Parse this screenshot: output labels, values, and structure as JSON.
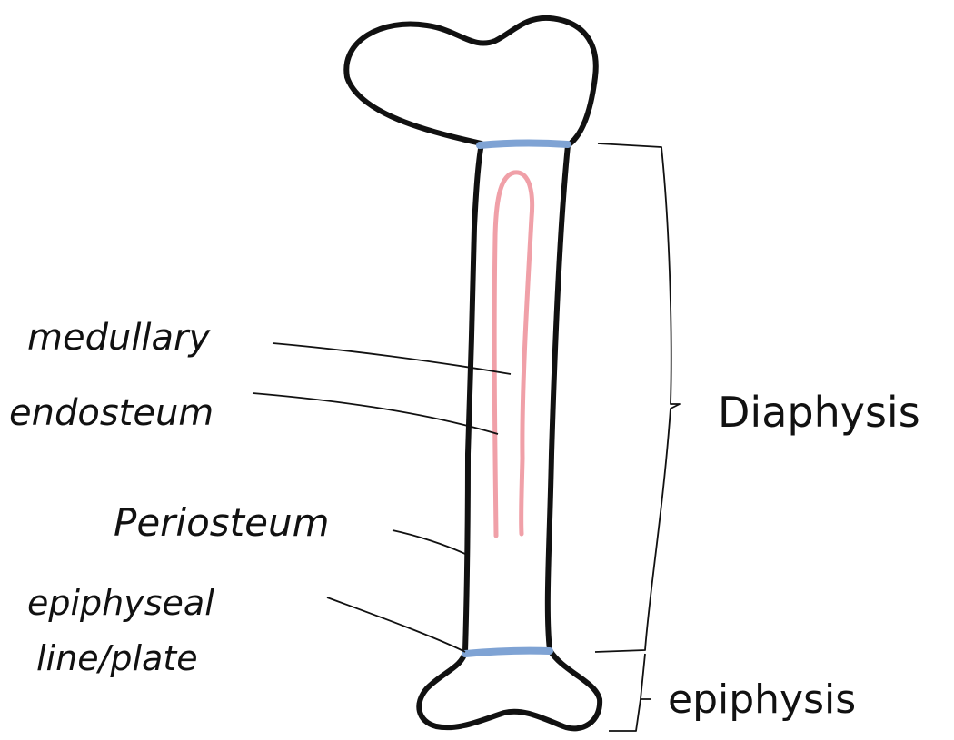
{
  "labels": {
    "medullary": "medullary",
    "endosteum": "endosteum",
    "periosteum": "Periosteum",
    "epiphyseal_line_1": "epiphyseal",
    "epiphyseal_line_2": "line/plate",
    "diaphysis": "Diaphysis",
    "epiphysis": "epiphysis"
  },
  "colors": {
    "outline": "#111111",
    "epiphyseal_plate": "#7fa3d4",
    "medullary_cavity": "#f0a0a8",
    "background": "#ffffff"
  }
}
